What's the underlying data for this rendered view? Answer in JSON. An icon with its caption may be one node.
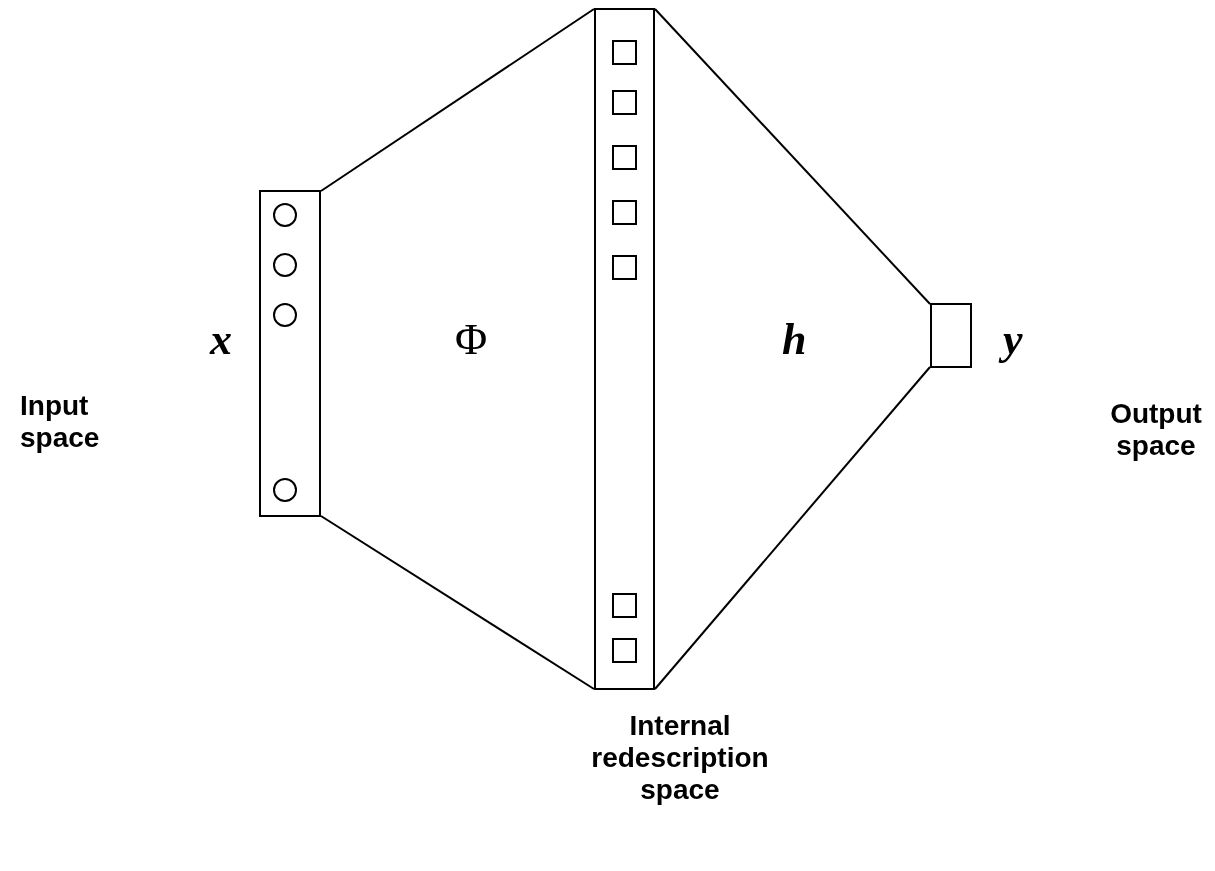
{
  "diagram": {
    "nodes": [
      {
        "text": [],
        "shape": "bar",
        "beside": [
          "x"
        ]
      },
      {
        "text": [],
        "shape": "circle",
        "in": 0
      },
      {
        "text": [],
        "shape": "circle",
        "in": 0
      },
      {
        "text": [],
        "shape": "circle",
        "in": 0
      },
      {
        "text": [],
        "shape": "circle",
        "in": 0
      },
      {
        "text": [],
        "shape": "bar",
        "beside": [
          "Internal redescription space"
        ]
      },
      {
        "text": [],
        "shape": "box",
        "in": 5
      },
      {
        "text": [],
        "shape": "box",
        "in": 5
      },
      {
        "text": [],
        "shape": "box",
        "in": 5
      },
      {
        "text": [],
        "shape": "box",
        "in": 5
      },
      {
        "text": [],
        "shape": "box",
        "in": 5
      },
      {
        "text": [],
        "shape": "box",
        "in": 5
      },
      {
        "text": [],
        "shape": "box",
        "in": 5
      },
      {
        "text": [],
        "shape": "box",
        "beside": [
          "y"
        ]
      }
    ],
    "edges": [
      {
        "from": 0,
        "to": 5,
        "arrow": "none"
      },
      {
        "from": 0,
        "to": 5,
        "arrow": "none"
      },
      {
        "from": 5,
        "to": 13,
        "arrow": "none"
      },
      {
        "from": 5,
        "to": 13,
        "arrow": "none"
      }
    ],
    "labels": [
      "Input space",
      "Φ",
      "h",
      "Output space"
    ]
  }
}
